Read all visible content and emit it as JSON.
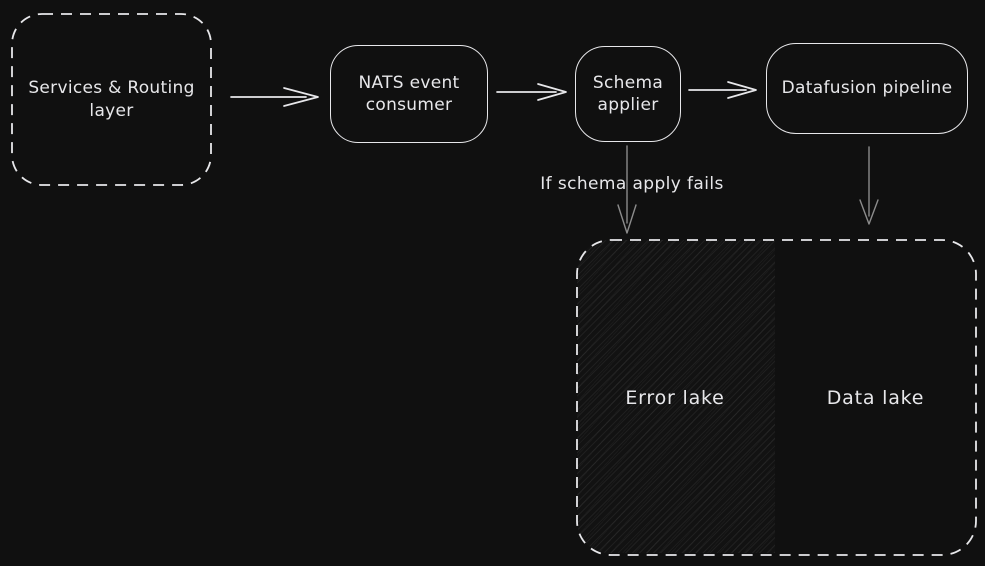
{
  "diagram": {
    "nodes": {
      "services": {
        "label": "Services & Routing layer"
      },
      "nats": {
        "label": "NATS event consumer"
      },
      "schema": {
        "label": "Schema applier"
      },
      "datafusion": {
        "label": "Datafusion pipeline"
      },
      "error_lake": {
        "label": "Error lake"
      },
      "data_lake": {
        "label": "Data lake"
      }
    },
    "edges": {
      "schema_fail": {
        "label": "If schema apply fails"
      }
    }
  },
  "colors": {
    "background": "#101010",
    "stroke": "#e7e7ea",
    "muted_arrow": "#8c8c8c"
  }
}
